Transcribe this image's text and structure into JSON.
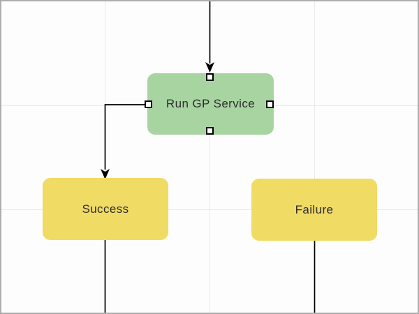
{
  "diagram": {
    "colors": {
      "background": "#fdfdfd",
      "grid": "#e9e9e9",
      "frame": "#adadad",
      "connector": "#000000",
      "handle_fill": "#ffffff",
      "handle_border": "#000000",
      "text": "#2d2d2d"
    },
    "nodes": [
      {
        "id": "run-gp-service",
        "label": "Run GP Service",
        "fill": "#a8d4a2",
        "selected": true
      },
      {
        "id": "success",
        "label": "Success",
        "fill": "#f0db64",
        "selected": false
      },
      {
        "id": "failure",
        "label": "Failure",
        "fill": "#f0db64",
        "selected": false
      }
    ],
    "edges": [
      {
        "from": "offscreen-top",
        "to": "run-gp-service",
        "arrowhead": true
      },
      {
        "from": "run-gp-service",
        "to": "success",
        "arrowhead": true,
        "route": "elbow-from-left-handle"
      },
      {
        "from": "success",
        "to": "offscreen-bottom",
        "arrowhead": false
      },
      {
        "from": "failure",
        "to": "offscreen-bottom",
        "arrowhead": false
      }
    ]
  }
}
